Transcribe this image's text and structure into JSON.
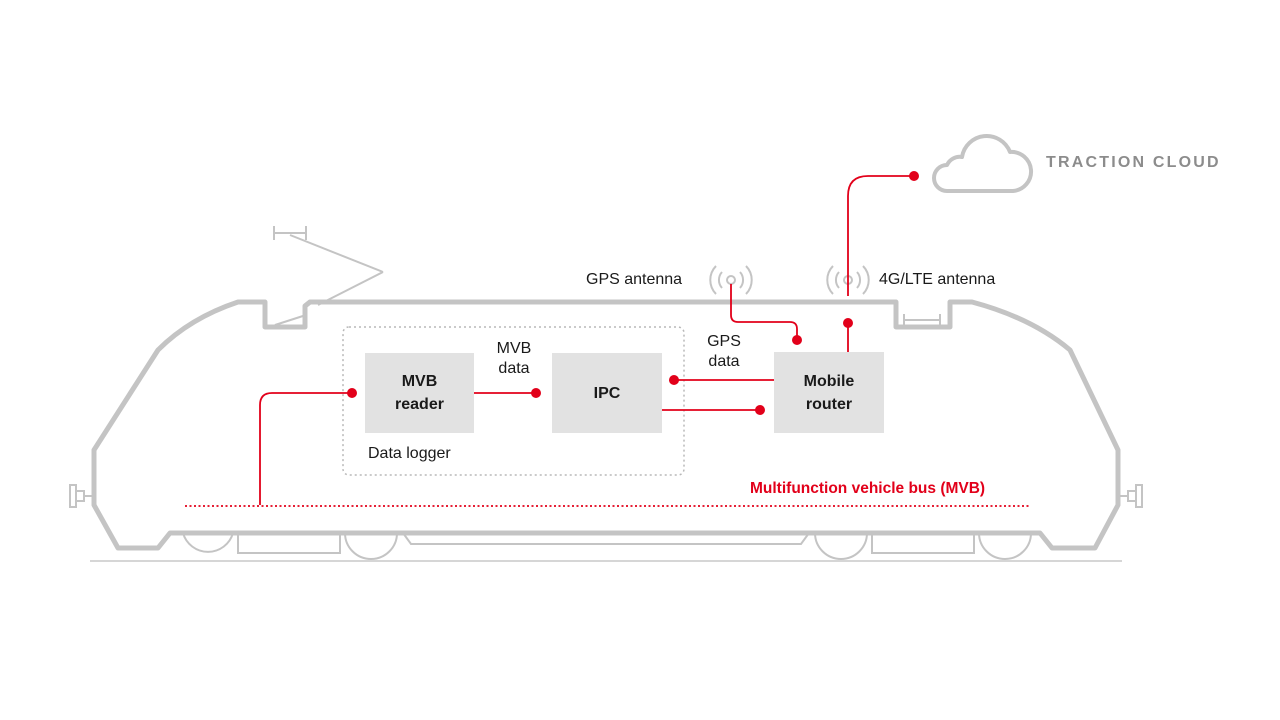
{
  "diagram": {
    "cloud_label": "TRACTION CLOUD",
    "gps_antenna_label": "GPS antenna",
    "lte_antenna_label": "4G/LTE antenna",
    "mvb_reader_label": "MVB\nreader",
    "ipc_label": "IPC",
    "mobile_router_label": "Mobile\nrouter",
    "mvb_data_label": "MVB\ndata",
    "gps_data_label": "GPS\ndata",
    "data_logger_label": "Data logger",
    "bus_label": "Multifunction vehicle bus (MVB)"
  },
  "colors": {
    "accent_red": "#e2001a",
    "outline_gray": "#c4c4c4",
    "box_fill": "#e2e2e2",
    "label_gray": "#8c8c8c"
  }
}
